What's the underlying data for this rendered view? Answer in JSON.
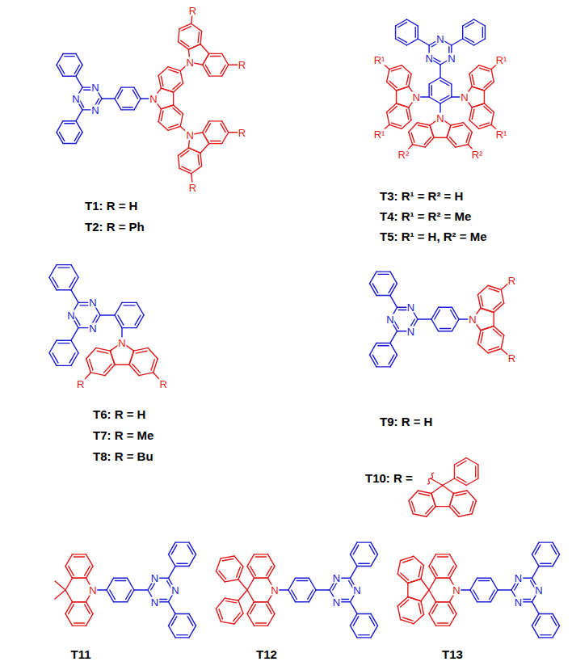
{
  "diagram": {
    "labels": [
      "N",
      "N",
      "N",
      "N",
      "N",
      "R",
      "R",
      "N",
      "R",
      "R",
      "T1: R = H",
      "T2: R = Ph",
      "N",
      "N",
      "N",
      "N",
      "R¹",
      "R¹",
      "N",
      "R¹",
      "R¹",
      "N",
      "R²",
      "R²",
      "T3: R¹ = R² = H",
      "T4: R¹ = R² = Me",
      "T5: R¹ = H, R² = Me",
      "N",
      "N",
      "N",
      "N",
      "R",
      "R",
      "T6: R = H",
      "T7: R = Me",
      "T8: R = Bu",
      "N",
      "N",
      "N",
      "N",
      "R",
      "R",
      "T9: R = H",
      "T10: R =",
      "N",
      "N",
      "N",
      "N",
      "T11",
      "N",
      "N",
      "N",
      "N",
      "T12",
      "N",
      "N",
      "N",
      "N",
      "T13"
    ]
  }
}
